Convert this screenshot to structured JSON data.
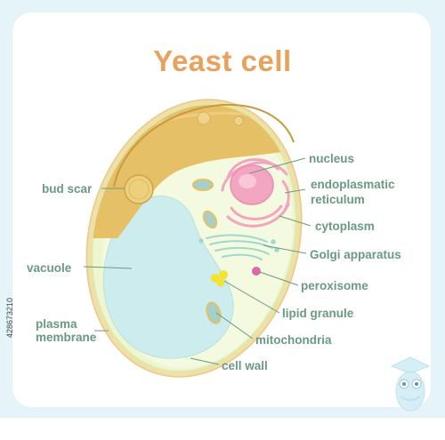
{
  "title": "Yeast cell",
  "labels": {
    "nucleus": "nucleus",
    "er_line1": "endoplasmatic",
    "er_line2": "reticulum",
    "cytoplasm": "cytoplasm",
    "golgi": "Golgi apparatus",
    "peroxisome": "peroxisome",
    "lipid": "lipid granule",
    "mitochondria": "mitochondria",
    "cell_wall": "cell wall",
    "bud_scar": "bud scar",
    "vacuole": "vacuole",
    "plasma_line1": "plasma",
    "plasma_line2": "membrane"
  },
  "stock_id": "428673210",
  "colors": {
    "title": "#e9a25c",
    "label": "#6a9a7f",
    "frame": "#e4f4f8",
    "cell_wall": "#f2dfa5",
    "cap": "#e5c067",
    "cytoplasm": "#f0f8d8",
    "vacuole": "#cdeced",
    "nucleus": "#f3a6c2",
    "mitochondria": "#a7cfc9",
    "lipid": "#f4e22e",
    "peroxisome": "#d96aa8",
    "golgi": "#9fd8cc"
  }
}
